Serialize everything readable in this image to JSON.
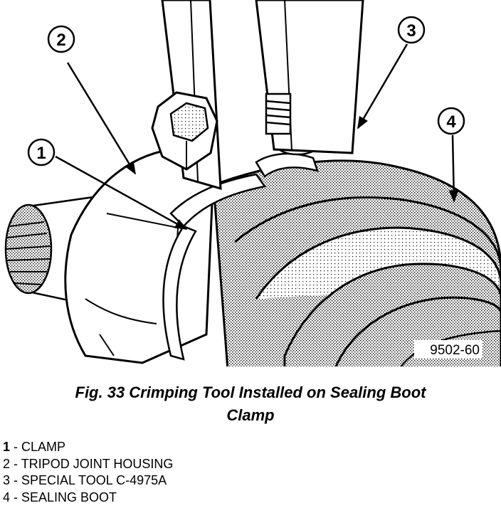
{
  "figure": {
    "reference_number": "9502-60",
    "callouts": [
      {
        "number": "1"
      },
      {
        "number": "2"
      },
      {
        "number": "3"
      },
      {
        "number": "4"
      }
    ]
  },
  "caption": {
    "line1": "Fig. 33 Crimping Tool Installed on Sealing Boot",
    "line2": "Clamp"
  },
  "legend": [
    {
      "number": "1",
      "separator": " - ",
      "text": "CLAMP"
    },
    {
      "number": "2",
      "separator": " - ",
      "text": "TRIPOD JOINT HOUSING"
    },
    {
      "number": "3",
      "separator": " - ",
      "text": "SPECIAL TOOL C-4975A"
    },
    {
      "number": "4",
      "separator": " - ",
      "text": "SEALING BOOT"
    }
  ]
}
